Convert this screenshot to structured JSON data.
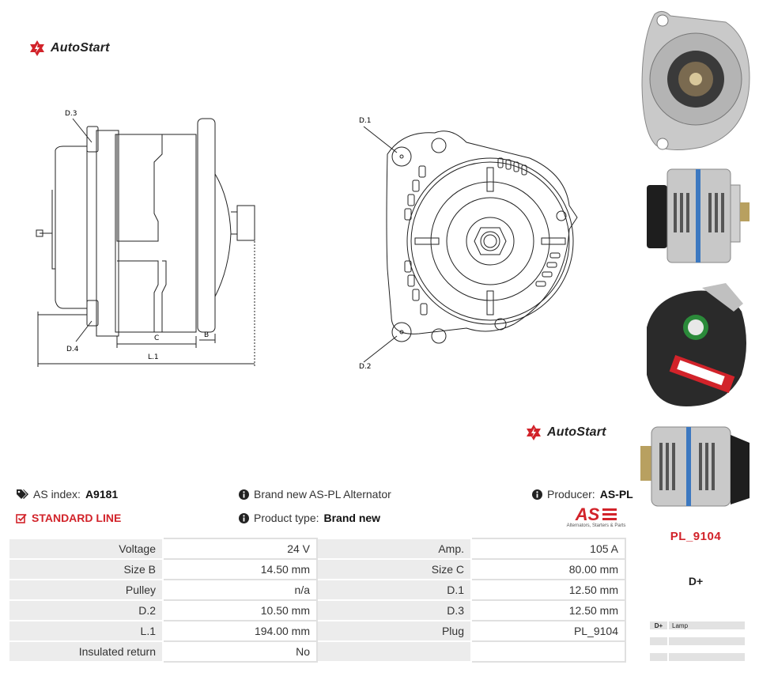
{
  "brand": {
    "name": "AutoStart"
  },
  "drawing": {
    "labels": {
      "d3": "D.3",
      "d4": "D.4",
      "c": "C",
      "b": "B",
      "l1": "L.1",
      "d1": "D.1",
      "d2": "D.2"
    }
  },
  "info": {
    "as_index_label": "AS index:",
    "as_index_value": "A9181",
    "line": "STANDARD LINE",
    "description": "Brand new AS-PL Alternator",
    "product_type_label": "Product type:",
    "product_type_value": "Brand new",
    "producer_label": "Producer:",
    "producer_value": "AS-PL",
    "as_logo_text": "AS",
    "as_logo_tagline": "Alternators, Starters & Parts"
  },
  "specs": [
    [
      "Voltage",
      "24 V",
      "Amp.",
      "105 A"
    ],
    [
      "Size B",
      "14.50 mm",
      "Size C",
      "80.00 mm"
    ],
    [
      "Pulley",
      "n/a",
      "D.1",
      "12.50 mm"
    ],
    [
      "D.2",
      "10.50 mm",
      "D.3",
      "12.50 mm"
    ],
    [
      "L.1",
      "194.00 mm",
      "Plug",
      "PL_9104"
    ],
    [
      "Insulated return",
      "No",
      "",
      ""
    ]
  ],
  "plug": {
    "code": "PL_9104",
    "terminal": "D+",
    "pins": [
      {
        "pin": "D+",
        "desc": "Lamp"
      },
      {
        "pin": "",
        "desc": ""
      },
      {
        "pin": "",
        "desc": ""
      }
    ]
  },
  "colors": {
    "accent": "#d2232a",
    "table_label_bg": "#ececec"
  },
  "icons": [
    "tags-icon",
    "info-icon",
    "checkbox-icon",
    "autostart-logo-icon"
  ]
}
